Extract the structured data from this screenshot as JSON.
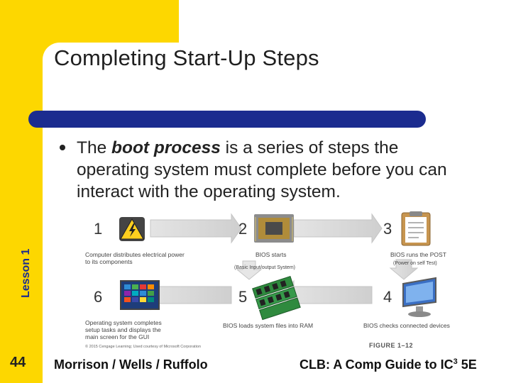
{
  "slide": {
    "title": "Completing Start-Up Steps",
    "side_label": "Lesson 1",
    "page_number": "44",
    "bullet": {
      "before": "The ",
      "emphasis": "boot process",
      "after": " is a series of steps the operating system must complete before you can interact with the operating system."
    },
    "footer_left": "Morrison / Wells / Ruffolo",
    "footer_right_main": "CLB: A Comp Guide to IC",
    "footer_right_sup": "3",
    "footer_right_end": " 5E"
  },
  "figure": {
    "steps": [
      {
        "num": "1",
        "caption": "Computer distributes electrical power to its components",
        "icon": "lightning-icon"
      },
      {
        "num": "2",
        "caption": "BIOS starts",
        "icon": "bios-chip-icon"
      },
      {
        "num": "3",
        "caption": "BIOS runs the POST",
        "icon": "clipboard-icon"
      },
      {
        "num": "4",
        "caption": "BIOS checks connected devices",
        "icon": "monitor-icon"
      },
      {
        "num": "5",
        "caption": "BIOS loads system files into RAM",
        "icon": "ram-icon"
      },
      {
        "num": "6",
        "caption": "Operating system completes setup tasks and displays the main screen for the GUI",
        "icon": "windows-screen-icon"
      }
    ],
    "bios_note": "(Basic Input/output System)",
    "post_note": "(Power on self Test)",
    "credit": "© 2015 Cengage Learning; Used courtesy of Microsoft Corporation",
    "label": "FIGURE 1–12"
  },
  "colors": {
    "accent_yellow": "#fdd700",
    "accent_blue": "#1b2c8f"
  }
}
